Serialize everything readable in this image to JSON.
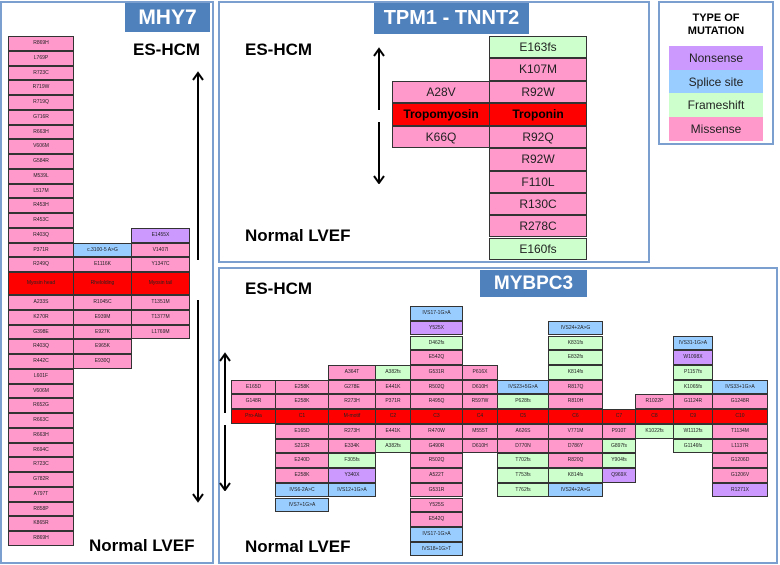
{
  "legend": {
    "title_line1": "TYPE OF",
    "title_line2": "MUTATION",
    "items": [
      {
        "label": "Nonsense",
        "type": "nonsense",
        "color": "#cc99ff"
      },
      {
        "label": "Splice site",
        "type": "splice",
        "color": "#99ccff"
      },
      {
        "label": "Frameshift",
        "type": "frameshift",
        "color": "#ccffcc"
      },
      {
        "label": "Missense",
        "type": "missense",
        "color": "#ff99cc"
      }
    ]
  },
  "axis_labels": {
    "top": "ES-HCM",
    "bottom": "Normal LVEF"
  },
  "mhy7": {
    "title": "MHY7",
    "columns": [
      {
        "domain": "Myosin head",
        "above": [
          {
            "m": "R869H",
            "t": "missense"
          },
          {
            "m": "L769P",
            "t": "missense"
          },
          {
            "m": "R723C",
            "t": "missense"
          },
          {
            "m": "R719W",
            "t": "missense"
          },
          {
            "m": "R719Q",
            "t": "missense"
          },
          {
            "m": "G716R",
            "t": "missense"
          },
          {
            "m": "R663H",
            "t": "missense"
          },
          {
            "m": "V606M",
            "t": "missense"
          },
          {
            "m": "G584R",
            "t": "missense"
          },
          {
            "m": "M539L",
            "t": "missense"
          },
          {
            "m": "L517M",
            "t": "missense"
          },
          {
            "m": "R453H",
            "t": "missense"
          },
          {
            "m": "R453C",
            "t": "missense"
          },
          {
            "m": "R403Q",
            "t": "missense"
          },
          {
            "m": "P371R",
            "t": "missense"
          },
          {
            "m": "R249Q",
            "t": "missense"
          }
        ],
        "below": [
          {
            "m": "A233S",
            "t": "missense"
          },
          {
            "m": "K270R",
            "t": "missense"
          },
          {
            "m": "G398E",
            "t": "missense"
          },
          {
            "m": "R403Q",
            "t": "missense"
          },
          {
            "m": "R442C",
            "t": "missense"
          },
          {
            "m": "L601F",
            "t": "missense"
          },
          {
            "m": "V606M",
            "t": "missense"
          },
          {
            "m": "R652G",
            "t": "missense"
          },
          {
            "m": "R663C",
            "t": "missense"
          },
          {
            "m": "R663H",
            "t": "missense"
          },
          {
            "m": "R694C",
            "t": "missense"
          },
          {
            "m": "R723C",
            "t": "missense"
          },
          {
            "m": "G782R",
            "t": "missense"
          },
          {
            "m": "A797T",
            "t": "missense"
          },
          {
            "m": "R858P",
            "t": "missense"
          },
          {
            "m": "K865R",
            "t": "missense"
          },
          {
            "m": "R869H",
            "t": "missense"
          }
        ]
      },
      {
        "domain": "Rhelolding",
        "above": [
          {
            "m": "c.3100-5 A>G",
            "t": "splice"
          },
          {
            "m": "E1116K",
            "t": "missense"
          }
        ],
        "below": [
          {
            "m": "R1045C",
            "t": "missense"
          },
          {
            "m": "E939M",
            "t": "missense"
          },
          {
            "m": "E927K",
            "t": "missense"
          },
          {
            "m": "E965K",
            "t": "missense"
          },
          {
            "m": "E930Q",
            "t": "missense"
          }
        ]
      },
      {
        "domain": "Myosin tail",
        "above": [
          {
            "m": "E1455X",
            "t": "nonsense"
          },
          {
            "m": "V1407I",
            "t": "missense"
          },
          {
            "m": "Y1347C",
            "t": "missense"
          }
        ],
        "below": [
          {
            "m": "T1351M",
            "t": "missense"
          },
          {
            "m": "T1377M",
            "t": "missense"
          },
          {
            "m": "L1769M",
            "t": "missense"
          }
        ]
      }
    ]
  },
  "tpm1_tnnt2": {
    "title": "TPM1 - TNNT2",
    "columns": [
      {
        "domain": "Tropomyosin",
        "above": [
          {
            "m": "A28V",
            "t": "missense"
          }
        ],
        "below": [
          {
            "m": "K66Q",
            "t": "missense"
          }
        ]
      },
      {
        "domain": "Troponin",
        "above": [
          {
            "m": "E163fs",
            "t": "frameshift"
          },
          {
            "m": "K107M",
            "t": "missense"
          },
          {
            "m": "R92W",
            "t": "missense"
          }
        ],
        "below": [
          {
            "m": "R92Q",
            "t": "missense"
          },
          {
            "m": "R92W",
            "t": "missense"
          },
          {
            "m": "F110L",
            "t": "missense"
          },
          {
            "m": "R130C",
            "t": "missense"
          },
          {
            "m": "R278C",
            "t": "missense"
          },
          {
            "m": "E160fs",
            "t": "frameshift"
          }
        ]
      }
    ]
  },
  "mybpc3": {
    "title": "MYBPC3",
    "columns": [
      {
        "domain": "Pro-Ala",
        "above": [
          {
            "m": "E165D",
            "t": "missense"
          },
          {
            "m": "G148R",
            "t": "missense"
          }
        ],
        "below": []
      },
      {
        "domain": "C1",
        "above": [
          {
            "m": "E258K",
            "t": "missense"
          },
          {
            "m": "E258K",
            "t": "missense"
          }
        ],
        "below": [
          {
            "m": "E165D",
            "t": "missense"
          },
          {
            "m": "S212R",
            "t": "missense"
          },
          {
            "m": "E240D",
            "t": "missense"
          },
          {
            "m": "E258K",
            "t": "missense"
          },
          {
            "m": "IVS6-2A>C",
            "t": "splice"
          },
          {
            "m": "IVS7+1G>A",
            "t": "splice"
          }
        ]
      },
      {
        "domain": "M-motif",
        "above": [
          {
            "m": "A364T",
            "t": "missense"
          },
          {
            "m": "G278E",
            "t": "missense"
          },
          {
            "m": "R273H",
            "t": "missense"
          }
        ],
        "below": [
          {
            "m": "R273H",
            "t": "missense"
          },
          {
            "m": "E334K",
            "t": "missense"
          },
          {
            "m": "F305fs",
            "t": "frameshift"
          },
          {
            "m": "Y340X",
            "t": "nonsense"
          },
          {
            "m": "IVS12+1G>A",
            "t": "splice"
          }
        ]
      },
      {
        "domain": "C2",
        "above": [
          {
            "m": "A382fs",
            "t": "frameshift"
          },
          {
            "m": "E441K",
            "t": "missense"
          },
          {
            "m": "P371R",
            "t": "missense"
          }
        ],
        "below": [
          {
            "m": "E441K",
            "t": "missense"
          },
          {
            "m": "A382fs",
            "t": "frameshift"
          }
        ]
      },
      {
        "domain": "C3",
        "above": [
          {
            "m": "IVS17-1G>A",
            "t": "splice"
          },
          {
            "m": "Y525X",
            "t": "nonsense"
          },
          {
            "m": "D462fs",
            "t": "frameshift"
          },
          {
            "m": "E542Q",
            "t": "missense"
          },
          {
            "m": "G531R",
            "t": "missense"
          },
          {
            "m": "R502Q",
            "t": "missense"
          },
          {
            "m": "R495Q",
            "t": "missense"
          }
        ],
        "below": [
          {
            "m": "R470W",
            "t": "missense"
          },
          {
            "m": "G490R",
            "t": "missense"
          },
          {
            "m": "R502Q",
            "t": "missense"
          },
          {
            "m": "A522T",
            "t": "missense"
          },
          {
            "m": "G531R",
            "t": "missense"
          },
          {
            "m": "Y525S",
            "t": "missense"
          },
          {
            "m": "E542Q",
            "t": "missense"
          },
          {
            "m": "IVS17-1G>A",
            "t": "splice"
          },
          {
            "m": "IVS18+1G>T",
            "t": "splice"
          }
        ]
      },
      {
        "domain": "C4",
        "above": [
          {
            "m": "P616X",
            "t": "missense"
          },
          {
            "m": "D610H",
            "t": "missense"
          },
          {
            "m": "R597W",
            "t": "missense"
          }
        ],
        "below": [
          {
            "m": "M555T",
            "t": "missense"
          },
          {
            "m": "D610H",
            "t": "missense"
          }
        ]
      },
      {
        "domain": "C5",
        "above": [
          {
            "m": "IVS23+5G>A",
            "t": "splice"
          },
          {
            "m": "P628fs",
            "t": "frameshift"
          }
        ],
        "below": [
          {
            "m": "A626S",
            "t": "missense"
          },
          {
            "m": "D770N",
            "t": "missense"
          },
          {
            "m": "T702fs",
            "t": "frameshift"
          },
          {
            "m": "T753fs",
            "t": "frameshift"
          },
          {
            "m": "T762fs",
            "t": "frameshift"
          }
        ]
      },
      {
        "domain": "C6",
        "above": [
          {
            "m": "IVS24+2A>G",
            "t": "splice"
          },
          {
            "m": "K831fs",
            "t": "frameshift"
          },
          {
            "m": "E832fs",
            "t": "frameshift"
          },
          {
            "m": "K814fs",
            "t": "frameshift"
          },
          {
            "m": "R817Q",
            "t": "missense"
          },
          {
            "m": "R810H",
            "t": "missense"
          }
        ],
        "below": [
          {
            "m": "V771M",
            "t": "missense"
          },
          {
            "m": "D786Y",
            "t": "missense"
          },
          {
            "m": "R820Q",
            "t": "missense"
          },
          {
            "m": "K814fs",
            "t": "frameshift"
          },
          {
            "m": "IVS24+2A>G",
            "t": "splice"
          }
        ]
      },
      {
        "domain": "C7",
        "above": [],
        "below": [
          {
            "m": "P910T",
            "t": "missense"
          },
          {
            "m": "G897fs",
            "t": "frameshift"
          },
          {
            "m": "Y904fs",
            "t": "frameshift"
          },
          {
            "m": "Q969X",
            "t": "nonsense"
          }
        ]
      },
      {
        "domain": "C8",
        "above": [
          {
            "m": "R1022P",
            "t": "missense"
          }
        ],
        "below": [
          {
            "m": "K1022fs",
            "t": "frameshift"
          }
        ]
      },
      {
        "domain": "C9",
        "above": [
          {
            "m": "IVS31-1G>A",
            "t": "splice"
          },
          {
            "m": "W1098X",
            "t": "nonsense"
          },
          {
            "m": "P1157fs",
            "t": "frameshift"
          },
          {
            "m": "K1065fs",
            "t": "frameshift"
          },
          {
            "m": "G1124R",
            "t": "missense"
          }
        ],
        "below": [
          {
            "m": "W1112fs",
            "t": "frameshift"
          },
          {
            "m": "G1146fs",
            "t": "frameshift"
          }
        ]
      },
      {
        "domain": "C10",
        "above": [
          {
            "m": "IVS33+1G>A",
            "t": "splice"
          },
          {
            "m": "G1248R",
            "t": "missense"
          }
        ],
        "below": [
          {
            "m": "T1134M",
            "t": "missense"
          },
          {
            "m": "L1137R",
            "t": "missense"
          },
          {
            "m": "G1206D",
            "t": "missense"
          },
          {
            "m": "G1206V",
            "t": "missense"
          },
          {
            "m": "R1271X",
            "t": "nonsense"
          }
        ]
      }
    ]
  }
}
